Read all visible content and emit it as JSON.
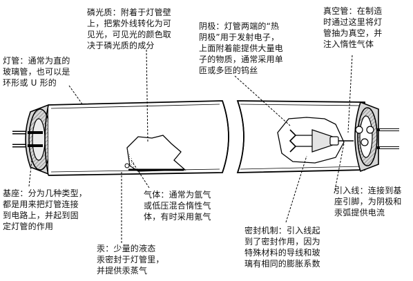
{
  "labels": {
    "phosphor": "磷光质：附着于灯管壁\n上，把紫外线转化为可\n见光，可见光的颜色取\n决于磷光质的成分",
    "tube": "灯管：通常为直的\n玻璃管，也可以是\n环形或 U 形的",
    "cathode": "阴极：灯管两端的“热\n阴极”用于发射电子，\n上面附着能提供大量电\n子的物质，通常采用单\n匝或多匝的钨丝",
    "vacuum": "真空管：在制造\n时通过这里将灯\n管抽为真空，并\n注入惰性气体",
    "base": "基座：分为几种类型，\n都是用来把灯管连接\n到电路上，并起到固\n定灯管的作用",
    "gas": "气体：通常为氩气\n或低压混合惰性气\n体，有时采用氪气",
    "lead_in": "引入线：连接到基\n座引脚，为阴极和\n汞弧提供电流",
    "mercury": "汞：少量的液态\n汞密封于灯管里，\n并提供汞蒸气",
    "seal": "密封机制：引入线起\n到了密封作用，因为\n特殊材料的导线和玻\n璃有相同的膨胀系数"
  }
}
